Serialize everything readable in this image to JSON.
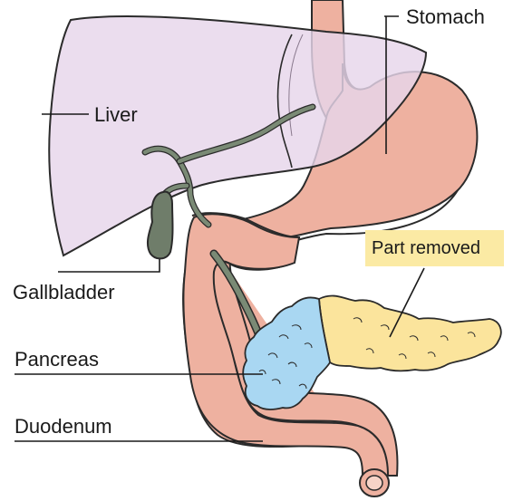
{
  "labels": {
    "stomach": "Stomach",
    "liver": "Liver",
    "part_removed": "Part removed",
    "gallbladder": "Gallbladder",
    "pancreas": "Pancreas",
    "duodenum": "Duodenum"
  },
  "colors": {
    "liver_fill": "#e6d6ea",
    "liver_outline": "#2b2b2b",
    "stomach_fill": "#eeb1a0",
    "duodenum_fill": "#eeb1a0",
    "gallbladder_fill": "#6f7d6a",
    "bile_duct": "#7a8a75",
    "pancreas_head_fill": "#a9d7f2",
    "pancreas_tail_fill": "#fbe49c",
    "part_removed_box": "#fbeaa4"
  }
}
